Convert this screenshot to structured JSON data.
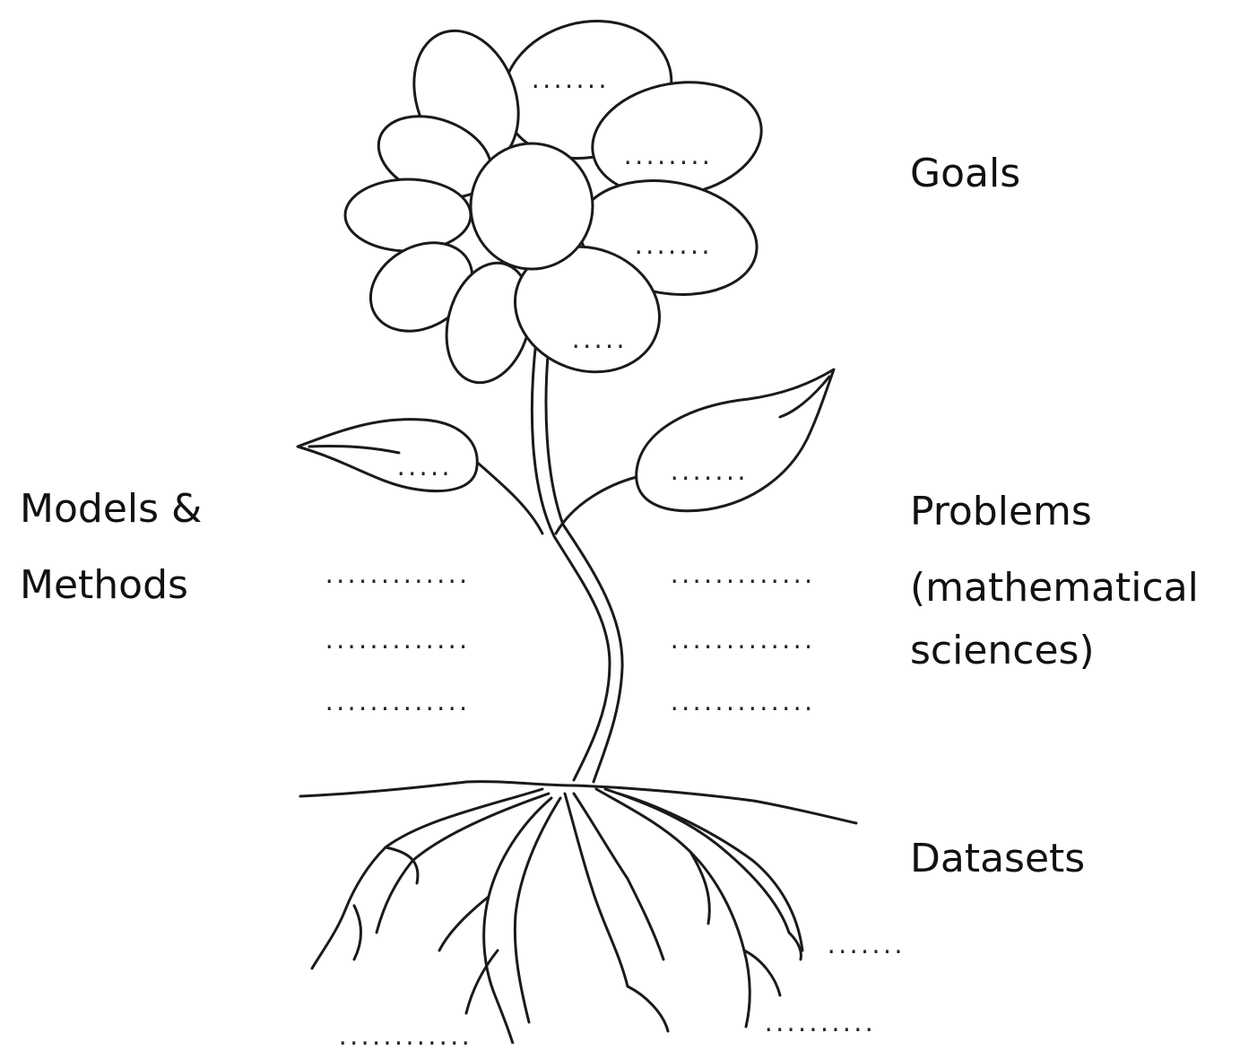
{
  "labels": {
    "goals": "Goals",
    "models_line1": "Models &",
    "models_line2": "Methods",
    "problems_line1": "Problems",
    "problems_line2": "(mathematical",
    "problems_line3": "sciences)",
    "datasets": "Datasets"
  },
  "blanks": {
    "petal_top": ".......",
    "petal_right_upper": "........",
    "petal_right_lower": ".......",
    "petal_bottom": ".....",
    "leaf_left": ".....",
    "leaf_right": ".......",
    "stem_left_1": ".............",
    "stem_left_2": ".............",
    "stem_left_3": ".............",
    "stem_right_1": ".............",
    "stem_right_2": ".............",
    "stem_right_3": ".............",
    "root_right": ".......",
    "root_bottom_right": "..........",
    "root_bottom_left": "............"
  },
  "colors": {
    "ink": "#1a1a1a",
    "background": "#ffffff"
  }
}
